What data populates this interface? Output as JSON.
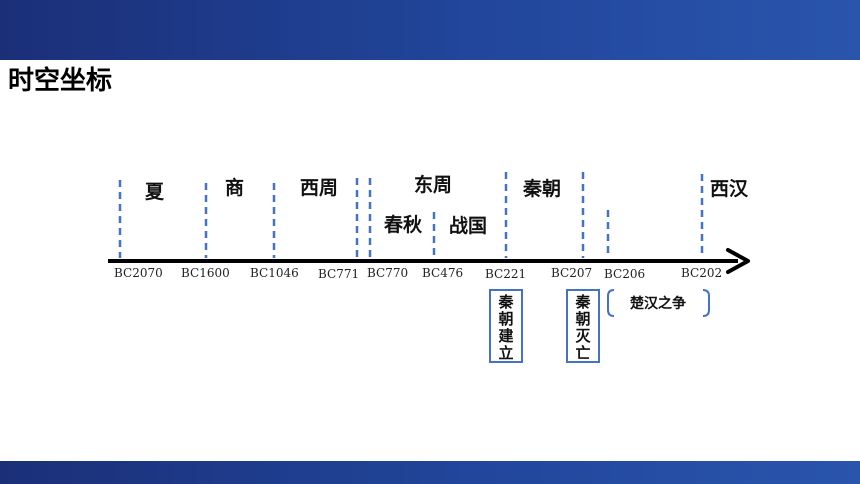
{
  "title": "时空坐标",
  "colors": {
    "band": "#21469b",
    "dash": "#4472c4",
    "axis": "#000000"
  },
  "ticks": [
    "BC2070",
    "BC1600",
    "BC1046",
    "BC771",
    "BC770",
    "BC476",
    "BC221",
    "BC207",
    "BC206",
    "BC202"
  ],
  "periods": [
    "夏",
    "商",
    "西周",
    "东周",
    "春秋",
    "战国",
    "秦朝",
    "西汉"
  ],
  "events": [
    {
      "text": "秦朝建立"
    },
    {
      "text": "秦朝灭亡"
    }
  ],
  "bracket": {
    "text": "楚汉之争"
  }
}
